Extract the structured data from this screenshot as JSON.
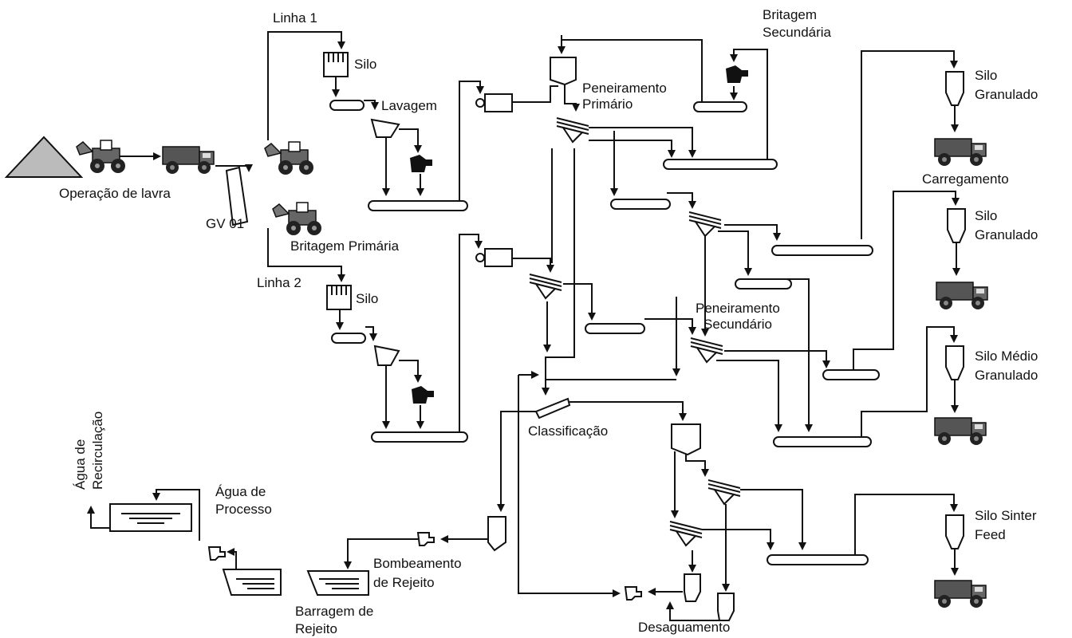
{
  "diagram": {
    "labels": {
      "operacao_lavra": "Operação de lavra",
      "gv01": "GV 01",
      "linha1": "Linha 1",
      "linha2": "Linha 2",
      "silo1": "Silo",
      "silo2": "Silo",
      "lavagem": "Lavagem",
      "britagem_primaria": "Britagem Primária",
      "peneiramento_primario_1": "Peneiramento",
      "peneiramento_primario_2": "Primário",
      "britagem_secundaria_1": "Britagem",
      "britagem_secundaria_2": "Secundária",
      "peneiramento_secundario_1": "Peneiramento",
      "peneiramento_secundario_2": "Secundário",
      "classificacao": "Classificação",
      "silo_granulado_1a": "Silo",
      "silo_granulado_1b": "Granulado",
      "carregamento": "Carregamento",
      "silo_granulado_2a": "Silo",
      "silo_granulado_2b": "Granulado",
      "silo_medio_a": "Silo Médio",
      "silo_medio_b": "Granulado",
      "silo_sinter_a": "Silo Sinter",
      "silo_sinter_b": "Feed",
      "agua_recirc_a": "Água de",
      "agua_recirc_b": "Recirculação",
      "agua_processo_a": "Água de",
      "agua_processo_b": "Processo",
      "bombeamento_a": "Bombeamento",
      "bombeamento_b": "de Rejeito",
      "barragem_a": "Barragem de",
      "barragem_b": "Rejeito",
      "desaguamento": "Desaguamento"
    }
  }
}
